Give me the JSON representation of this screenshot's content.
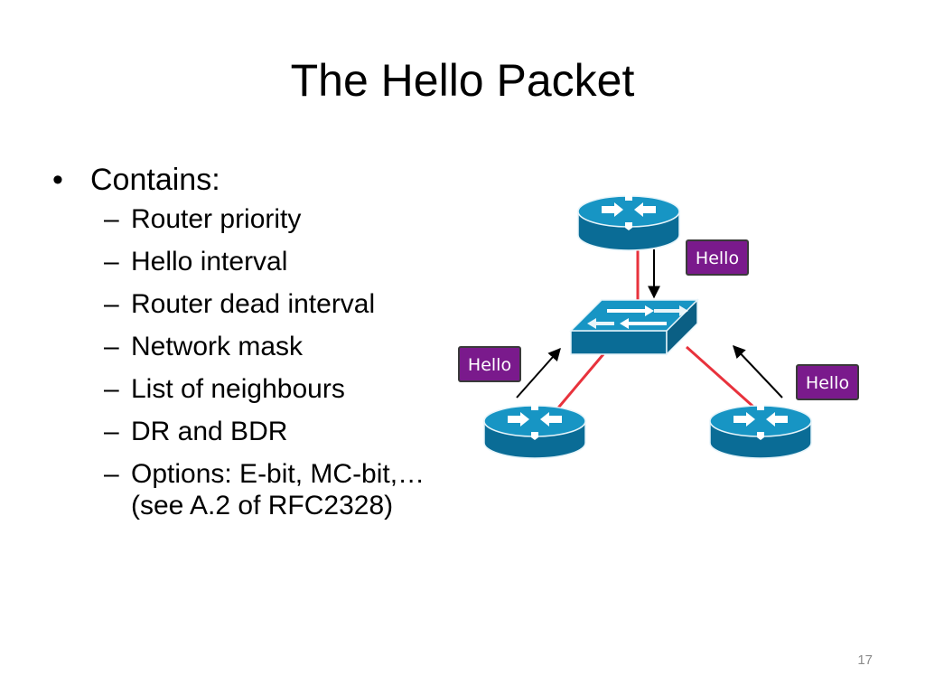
{
  "slide": {
    "title": "The Hello Packet",
    "bullet": {
      "marker": "•",
      "text": "Contains:",
      "sub_marker": "–",
      "items": [
        "Router priority",
        "Hello interval",
        "Router dead interval",
        "Network mask",
        "List of neighbours",
        "DR and BDR",
        "Options: E-bit, MC-bit,… (see A.2 of RFC2328)"
      ]
    },
    "diagram": {
      "hello_labels": [
        "Hello",
        "Hello",
        "Hello"
      ],
      "colors": {
        "device": "#1795c4",
        "device_dark": "#0a6c96",
        "link": "#e8323c",
        "label_box": "#7a1a8c"
      }
    },
    "page_number": "17"
  }
}
